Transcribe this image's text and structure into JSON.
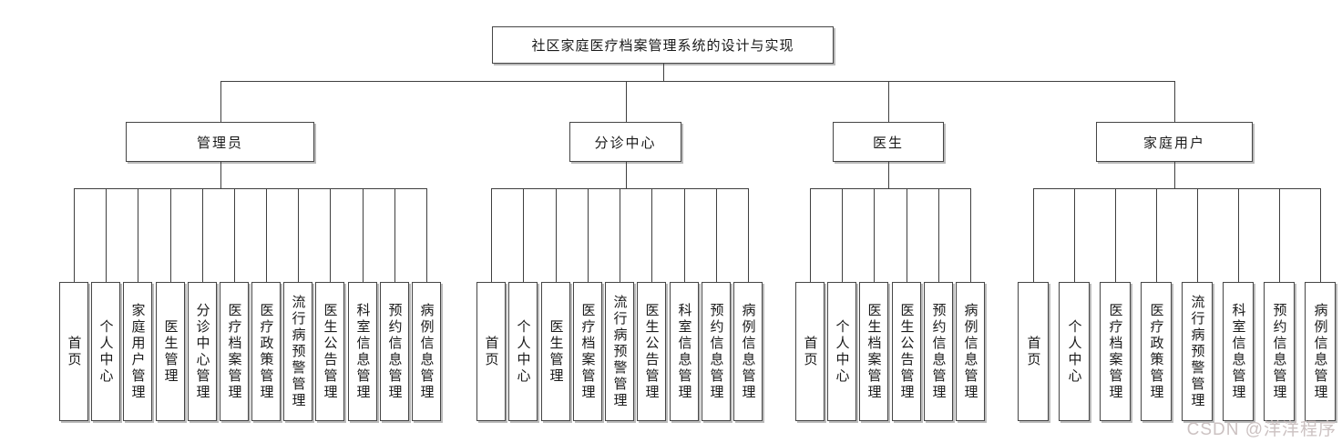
{
  "title": "社区家庭医疗档案管理系统的设计与实现",
  "watermark": "CSDN @洋洋程序",
  "branches": [
    {
      "label": "管理员",
      "children": [
        "首页",
        "个人中心",
        "家庭用户管理",
        "医生管理",
        "分诊中心管理",
        "医疗档案管理",
        "医疗政策管理",
        "流行病预警管理",
        "医生公告管理",
        "科室信息管理",
        "预约信息管理",
        "病例信息管理"
      ]
    },
    {
      "label": "分诊中心",
      "children": [
        "首页",
        "个人中心",
        "医生管理",
        "医疗档案管理",
        "流行病预警管理",
        "医生公告管理",
        "科室信息管理",
        "预约信息管理",
        "病例信息管理"
      ]
    },
    {
      "label": "医生",
      "children": [
        "首页",
        "个人中心",
        "医生档案管理",
        "医生公告管理",
        "预约信息管理",
        "病例信息管理"
      ]
    },
    {
      "label": "家庭用户",
      "children": [
        "首页",
        "个人中心",
        "医疗档案管理",
        "医疗政策管理",
        "流行病预警管理",
        "科室信息管理",
        "预约信息管理",
        "病例信息管理"
      ]
    }
  ],
  "colors": {
    "line": "#3f3f3f",
    "box_border": "#454545",
    "box_shadow": "#828282",
    "watermark": "#ccc2c2",
    "background": "#ffffff"
  }
}
